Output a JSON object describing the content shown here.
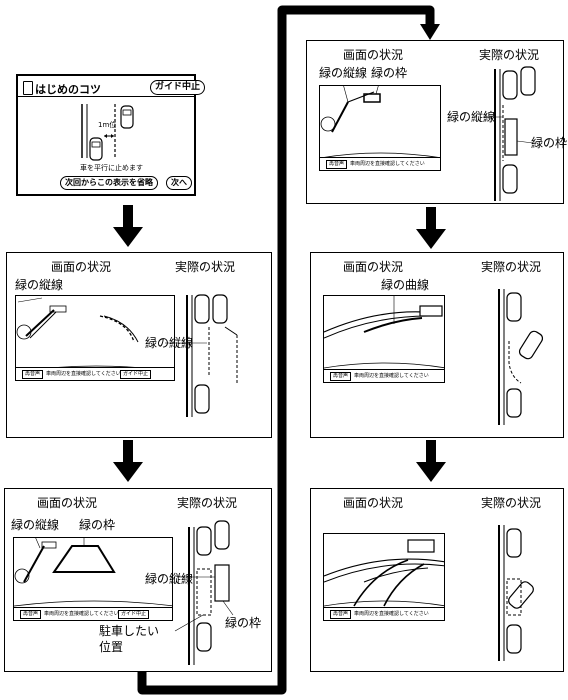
{
  "tip_panel": {
    "title": "はじめのコツ",
    "guide_stop": "ガイド中止",
    "distance": "1m位",
    "instruction": "車を平行に止めます",
    "skip_button": "次回からこの表示を省略",
    "next_button": "次へ"
  },
  "headings": {
    "screen": "画面の状況",
    "actual": "実際の状況"
  },
  "labels": {
    "green_vertical": "緑の縦線",
    "green_frame": "緑の枠",
    "green_curve": "緑の曲線",
    "parking_position": "駐車したい\n位置"
  },
  "screen_ui": {
    "voice_button": "再音声",
    "safety_message": "車両周辺を直接確認してください",
    "guide_stop_small": "ガイド中止"
  }
}
